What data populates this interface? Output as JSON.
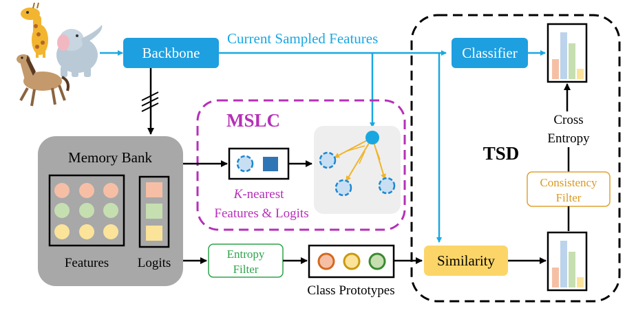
{
  "nodes": {
    "backbone": "Backbone",
    "classifier": "Classifier",
    "memory_bank": "Memory Bank",
    "features": "Features",
    "logits": "Logits",
    "entropy_filter_line1": "Entropy",
    "entropy_filter_line2": "Filter",
    "class_prototypes": "Class Prototypes",
    "similarity": "Similarity",
    "cross_entropy_line1": "Cross",
    "cross_entropy_line2": "Entropy",
    "consistency_filter_line1": "Consistency",
    "consistency_filter_line2": "Filter"
  },
  "edges": {
    "current_sampled_features": "Current Sampled Features"
  },
  "groups": {
    "mslc": "MSLC",
    "tsd": "TSD",
    "knn_k": "K",
    "knn_line1_rest": "-nearest",
    "knn_line2": "Features & Logits"
  },
  "colors": {
    "blue": "#1aa7e1",
    "box_blue": "#1e9fe0",
    "magenta": "#b62fb8",
    "green": "#2ca44a",
    "orange": "#e0a030",
    "yellow_fill": "#fcd568",
    "gray_bank": "#a8a8a8"
  }
}
